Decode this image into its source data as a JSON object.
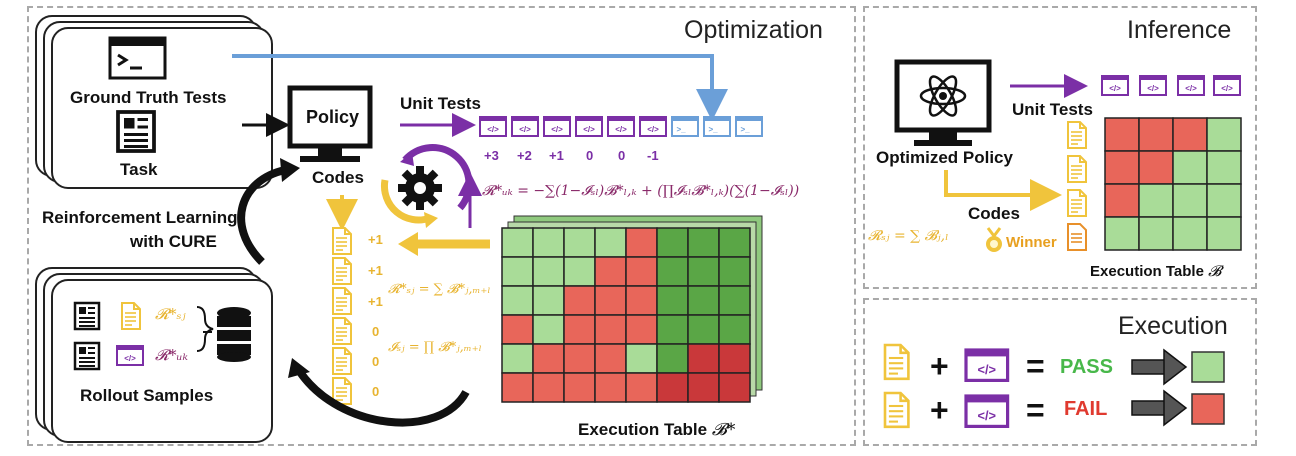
{
  "optimization": {
    "title": "Optimization",
    "ground_truth_tests": "Ground Truth Tests",
    "task": "Task",
    "policy": "Policy",
    "codes": "Codes",
    "unit_tests": "Unit Tests",
    "rl_line1": "Reinforcement Learning",
    "rl_line2": "with CURE",
    "rollout_samples": "Rollout Samples",
    "test_rewards": [
      "+3",
      "+2",
      "+1",
      "0",
      "0",
      "-1"
    ],
    "code_rewards": [
      "+1",
      "+1",
      "+1",
      "0",
      "0",
      "0"
    ],
    "execution_table": "Execution Table",
    "table_symbol": "𝓑*",
    "formula_test_reward": "𝓡*ᵤₖ = −∑(1−𝓘ₛₗ)𝓑*ₗ,ₖ + (∏𝓘ₛₗ𝓑*ₗ,ₖ)(∑(1−𝓘ₛₗ))",
    "formula_code_reward": "𝓡*ₛⱼ = ∑ 𝓑*ⱼ,ₘ₊ₗ",
    "formula_indicator": "𝓘ₛⱼ = ∏ 𝓑*ⱼ,ₘ₊ₗ",
    "sample_reward_code": "𝓡*ₛⱼ",
    "sample_reward_test": "𝓡*ᵤₖ",
    "grid": [
      [
        "g",
        "g",
        "g",
        "g",
        "r",
        "G",
        "G",
        "G"
      ],
      [
        "g",
        "g",
        "g",
        "r",
        "r",
        "G",
        "G",
        "G"
      ],
      [
        "g",
        "g",
        "r",
        "r",
        "r",
        "G",
        "G",
        "G"
      ],
      [
        "r",
        "g",
        "r",
        "r",
        "r",
        "G",
        "G",
        "G"
      ],
      [
        "g",
        "r",
        "r",
        "r",
        "g",
        "G",
        "R",
        "R"
      ],
      [
        "r",
        "r",
        "r",
        "r",
        "r",
        "R",
        "R",
        "R"
      ]
    ]
  },
  "inference": {
    "title": "Inference",
    "unit_tests": "Unit Tests",
    "optimized_policy": "Optimized Policy",
    "codes": "Codes",
    "winner": "Winner",
    "formula": "𝓡ₛⱼ = ∑ 𝓑ⱼ,ₗ",
    "execution_table": "Execution Table",
    "table_symbol": "𝓑",
    "grid": [
      [
        "r",
        "r",
        "r",
        "g"
      ],
      [
        "r",
        "r",
        "g",
        "g"
      ],
      [
        "r",
        "g",
        "g",
        "g"
      ],
      [
        "g",
        "g",
        "g",
        "g"
      ]
    ]
  },
  "execution": {
    "title": "Execution",
    "pass": "PASS",
    "fail": "FAIL",
    "plus": "+",
    "equals": "="
  },
  "colors": {
    "light_green": "#a9dc98",
    "dark_green": "#5aa646",
    "light_red": "#e8665a",
    "dark_red": "#c9383a",
    "purple": "#7b2fa6",
    "yellow": "#f0c43c",
    "blue": "#6b9fd8",
    "pass": "#48b84a",
    "fail": "#e03a2f"
  }
}
